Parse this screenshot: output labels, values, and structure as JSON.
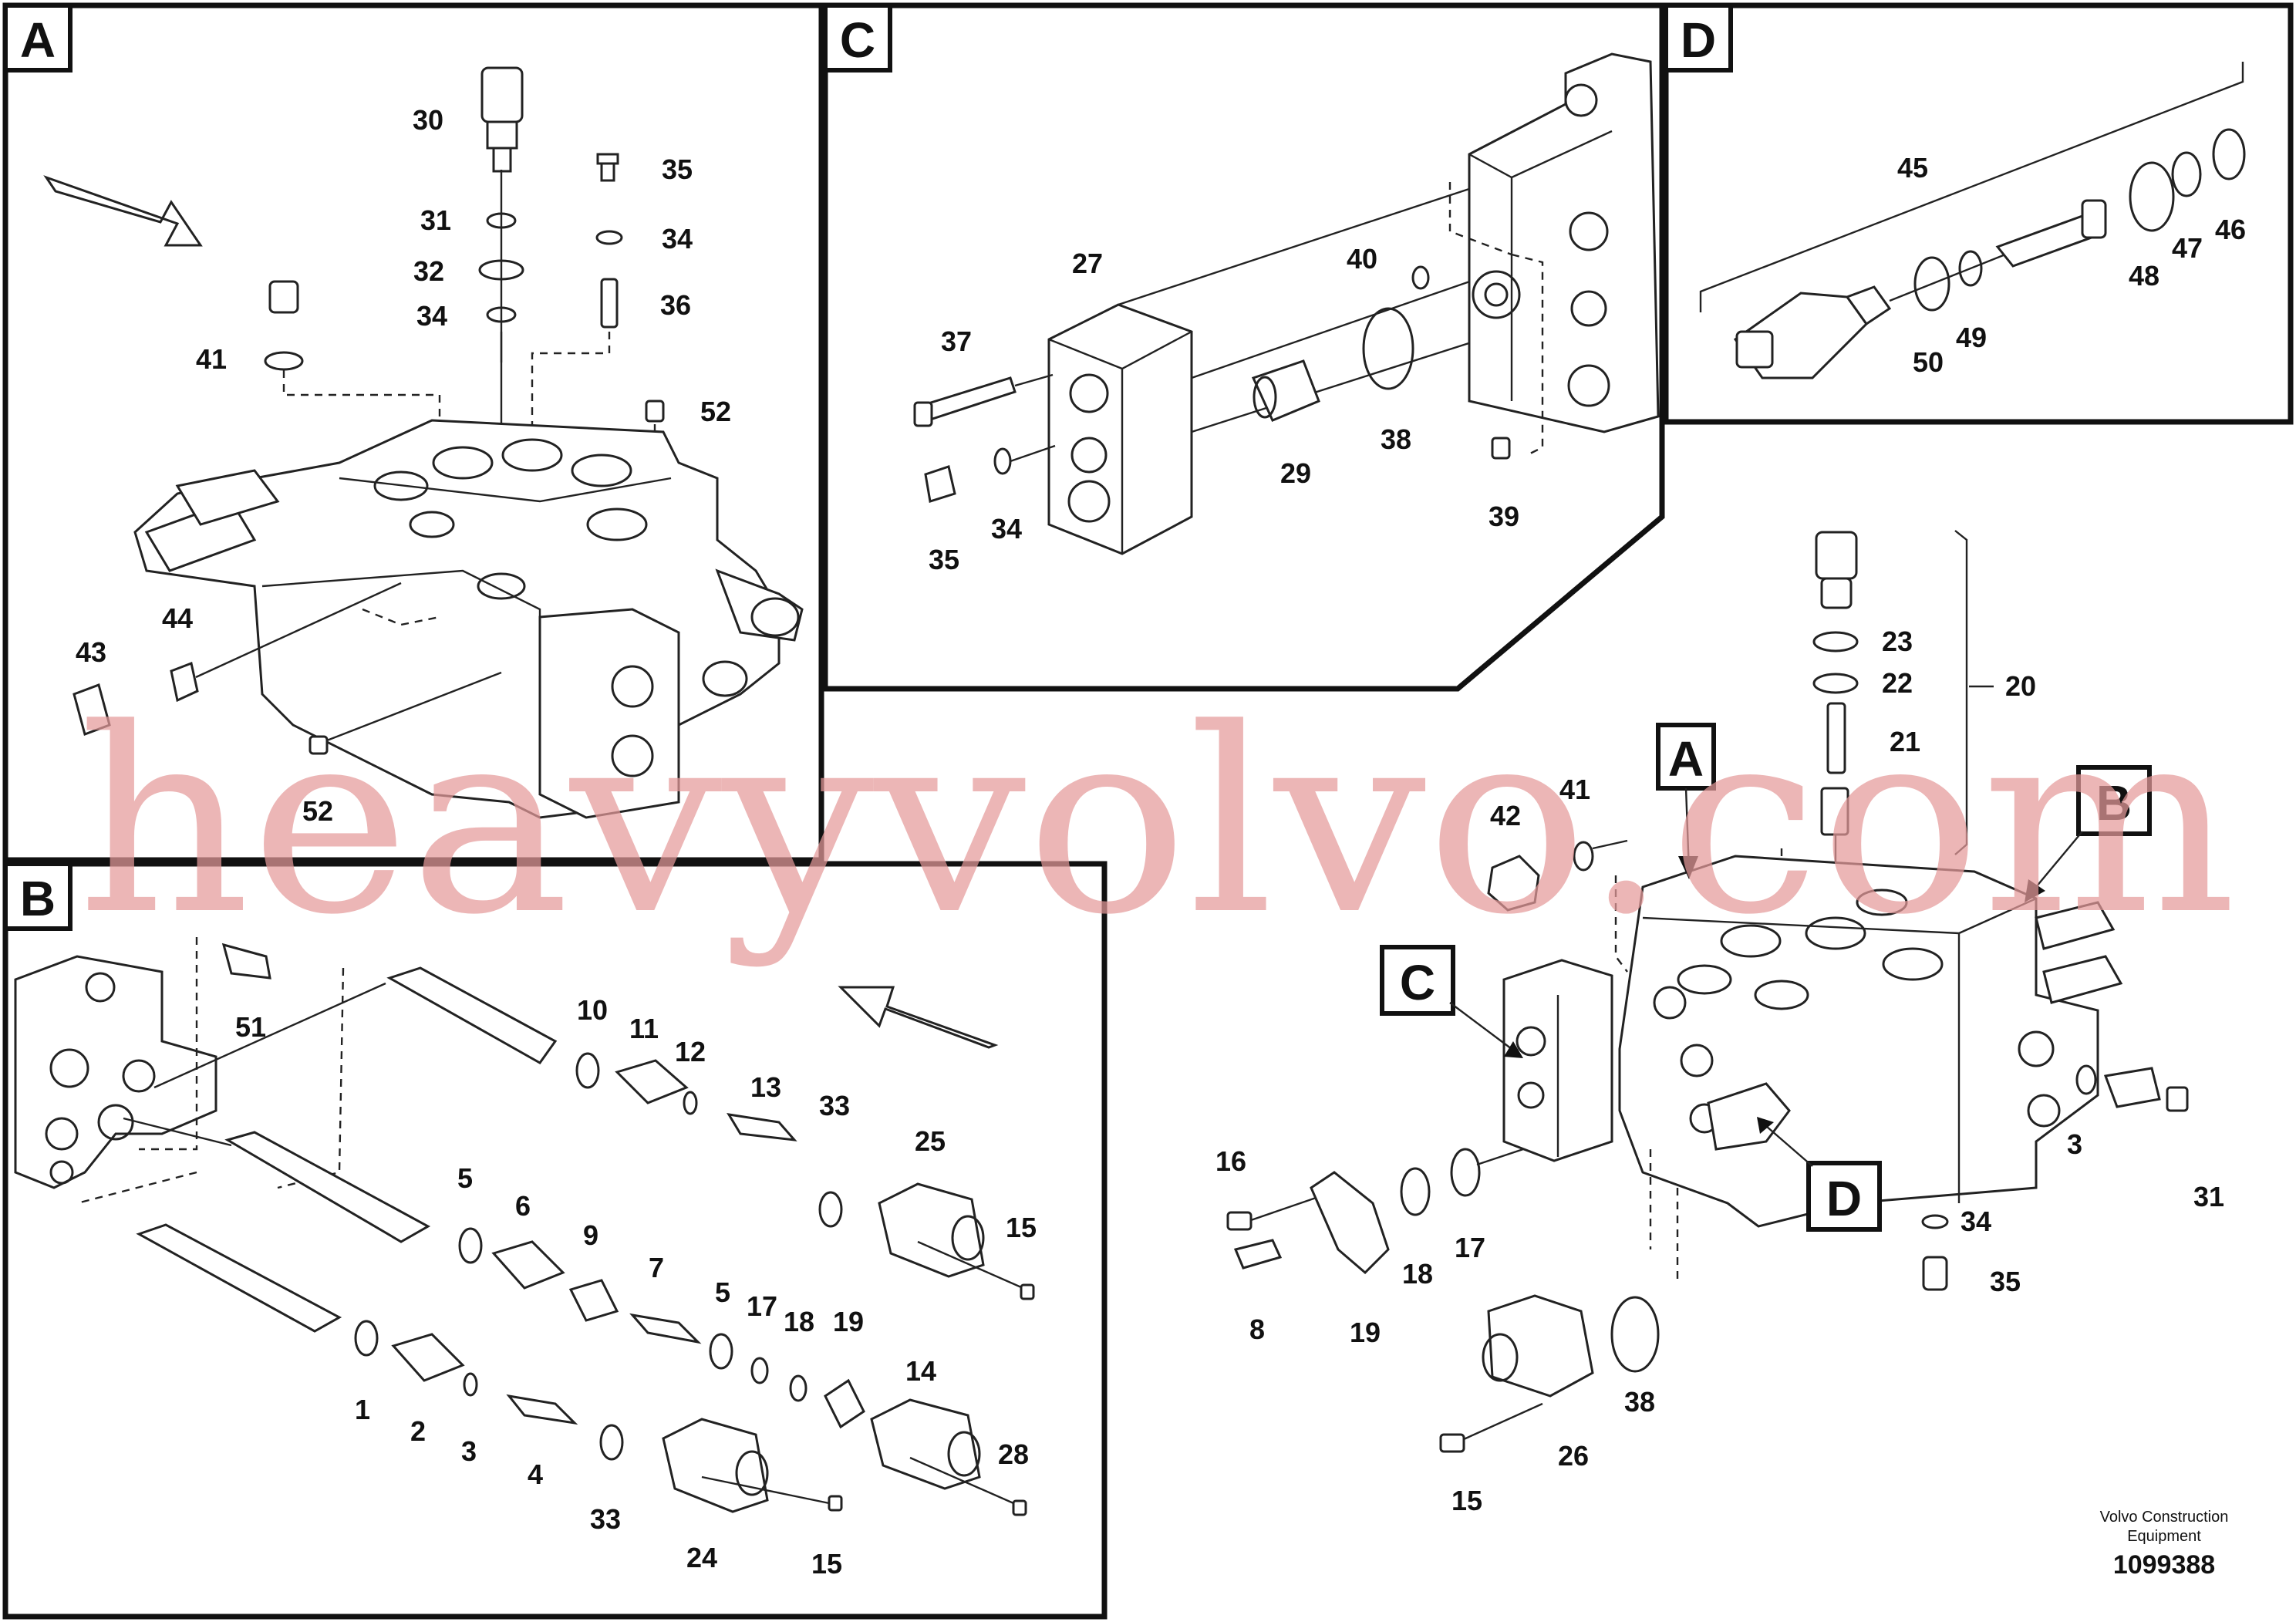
{
  "panels": {
    "A": {
      "letter": "A"
    },
    "B": {
      "letter": "B"
    },
    "C": {
      "letter": "C"
    },
    "D": {
      "letter": "D"
    }
  },
  "callouts": {
    "main": [
      "A",
      "B",
      "C",
      "D"
    ]
  },
  "labels": {
    "a30": "30",
    "a35": "35",
    "a31": "31",
    "a34a": "34",
    "a32": "32",
    "a34b": "34",
    "a36": "36",
    "a41": "41",
    "a52a": "52",
    "a44": "44",
    "a43": "43",
    "a52b": "52",
    "c27": "27",
    "c40": "40",
    "c37": "37",
    "c38": "38",
    "c29": "29",
    "c35": "35",
    "c34": "34",
    "c39": "39",
    "d45": "45",
    "d46": "46",
    "d47": "47",
    "d48": "48",
    "d49": "49",
    "d50": "50",
    "b51": "51",
    "b10": "10",
    "b11": "11",
    "b12": "12",
    "b13": "13",
    "b33a": "33",
    "b25": "25",
    "b15a": "15",
    "b5a": "5",
    "b6": "6",
    "b9": "9",
    "b7": "7",
    "b5b": "5",
    "b17": "17",
    "b18": "18",
    "b19": "19",
    "b14": "14",
    "b28": "28",
    "b1": "1",
    "b2": "2",
    "b3": "3",
    "b4": "4",
    "b33b": "33",
    "b24": "24",
    "b15b": "15",
    "m23": "23",
    "m22": "22",
    "m20": "20",
    "m21": "21",
    "m42": "42",
    "m41": "41",
    "m16": "16",
    "m18": "18",
    "m17": "17",
    "m8": "8",
    "m19": "19",
    "m38": "38",
    "m26": "26",
    "m15": "15",
    "m34": "34",
    "m35": "35",
    "m3x": "3",
    "m31": "31"
  },
  "footer": {
    "line1": "Volvo Construction",
    "line2": "Equipment",
    "id": "1099388"
  },
  "watermark": "heavyvolvo.com"
}
